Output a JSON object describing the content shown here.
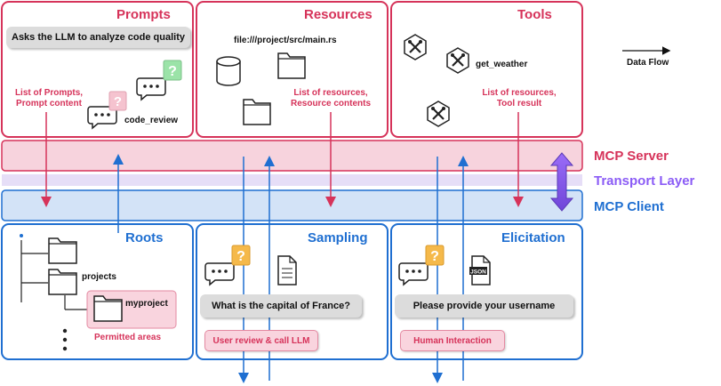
{
  "prompts": {
    "title": "Prompts",
    "query": "Asks the LLM to analyze code quality",
    "item": "code_review",
    "flow": "List of Prompts,\nPrompt content"
  },
  "resources": {
    "title": "Resources",
    "path": "file:///project/src/main.rs",
    "flow": "List of resources,\nResource contents"
  },
  "tools": {
    "title": "Tools",
    "item": "get_weather",
    "flow": "List of resources,\nTool result"
  },
  "legend": {
    "label": "Data Flow"
  },
  "layers": {
    "server": "MCP Server",
    "transport": "Transport Layer",
    "client": "MCP Client"
  },
  "roots": {
    "title": "Roots",
    "folder1": "projects",
    "folder2": "myproject",
    "note": "Permitted areas"
  },
  "sampling": {
    "title": "Sampling",
    "query": "What is the capital of France?",
    "action": "User review & call LLM"
  },
  "elicitation": {
    "title": "Elicitation",
    "query": "Please provide your username",
    "action": "Human Interaction",
    "file_tag": "JSON"
  },
  "colors": {
    "server_pink": "#d6335a",
    "client_blue": "#1f6fd1",
    "transport_purple": "#8b5cf6",
    "server_band": "#f7d3dd",
    "transport_band": "#e6def7",
    "client_band": "#d3e3f7"
  },
  "icons": [
    "database-icon",
    "folder-icon",
    "tool-icon",
    "chat-bubble-icon",
    "question-mark-icon",
    "document-icon"
  ]
}
